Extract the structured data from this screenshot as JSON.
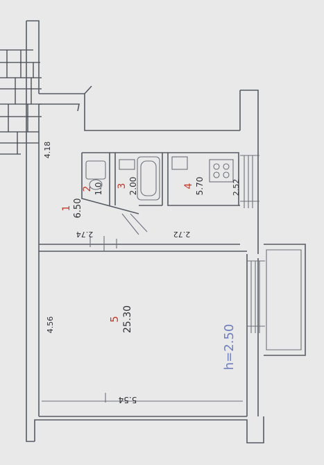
{
  "rooms": [
    {
      "number": "1",
      "area": "6.50"
    },
    {
      "number": "2",
      "area": "1.0"
    },
    {
      "number": "3",
      "area": "2.00"
    },
    {
      "number": "4",
      "area": "5.70"
    },
    {
      "number": "5",
      "area": "25.30"
    }
  ],
  "dimensions": {
    "d1": "4.18",
    "d2": "2.52",
    "d3": "2.74",
    "d4": "2.72",
    "d5": "4.56",
    "d6": "5.54"
  },
  "ceiling_height": "h=2.50",
  "colors": {
    "ink": "#555a63",
    "room_numbers": "#c0392b",
    "height_note": "#6f7fbe"
  }
}
